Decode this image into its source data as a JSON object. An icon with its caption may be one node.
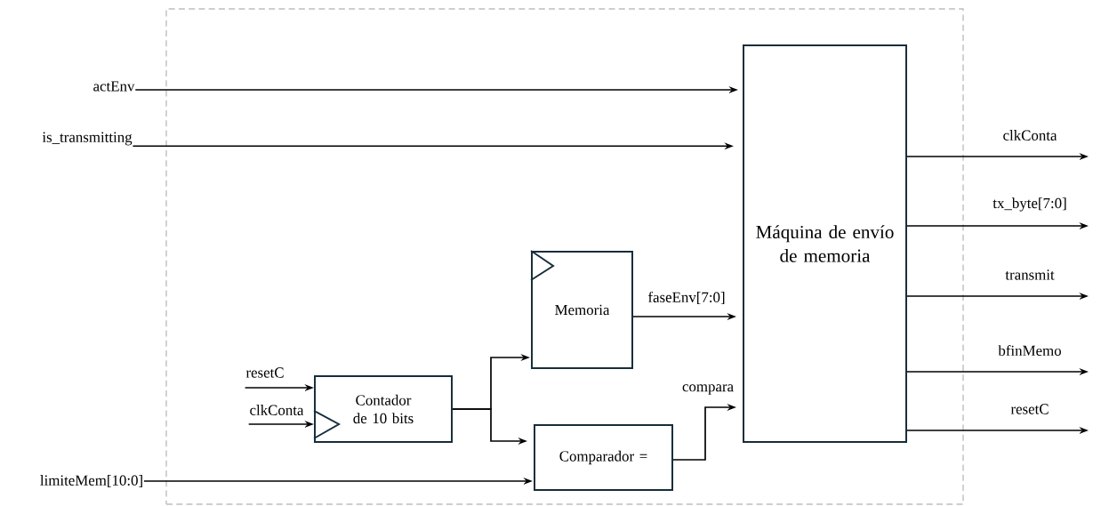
{
  "diagram": {
    "nodes": [
      {
        "text": [],
        "shape": "box"
      },
      {
        "text": [
          "Máquina de envío de memoria"
        ],
        "in": 0
      },
      {
        "text": [
          "Memoria"
        ],
        "in": 0
      },
      {
        "text": [
          "Contador de 10 bits"
        ],
        "in": 0
      },
      {
        "text": [
          "Comparador ="
        ],
        "in": 0
      },
      {
        "text": [
          "actEnv"
        ]
      },
      {
        "text": [
          "is_transmitting"
        ]
      },
      {
        "text": [
          "limiteMem[10:0]"
        ]
      },
      {
        "text": [
          "resetC"
        ],
        "in": 0
      },
      {
        "text": [
          "clkConta"
        ],
        "in": 0
      }
    ],
    "edges": [
      {
        "from": 5,
        "to": 1,
        "arrow": "to"
      },
      {
        "from": 6,
        "to": 1,
        "arrow": "to"
      },
      {
        "from": 2,
        "to": 1,
        "arrow": "to",
        "label": "faseEnv[7:0]"
      },
      {
        "from": 4,
        "to": 1,
        "arrow": "to",
        "label": "compara"
      },
      {
        "from": 3,
        "to": 2,
        "arrow": "to"
      },
      {
        "from": 3,
        "to": 4,
        "arrow": "to"
      },
      {
        "from": 7,
        "to": 4,
        "arrow": "to"
      },
      {
        "from": 8,
        "to": 3,
        "arrow": "to"
      },
      {
        "from": 9,
        "to": 3,
        "arrow": "to"
      },
      {
        "from": 1,
        "to": null,
        "arrow": "to",
        "label": "clkConta"
      },
      {
        "from": 1,
        "to": null,
        "arrow": "to",
        "label": "tx_byte[7:0]"
      },
      {
        "from": 1,
        "to": null,
        "arrow": "to",
        "label": "transmit"
      },
      {
        "from": 1,
        "to": null,
        "arrow": "to",
        "label": "bfinMemo"
      },
      {
        "from": 1,
        "to": null,
        "arrow": "to",
        "label": "resetC"
      }
    ]
  }
}
